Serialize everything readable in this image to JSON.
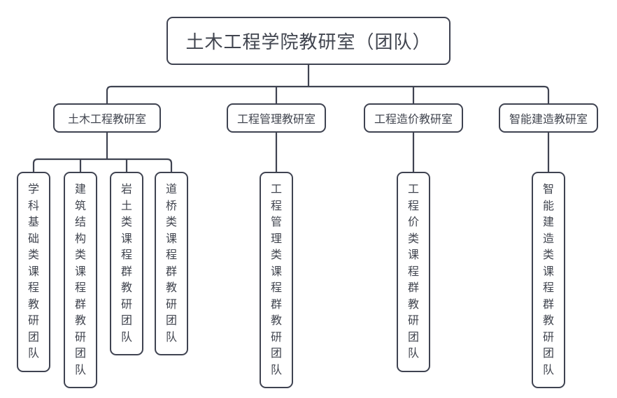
{
  "chart": {
    "type": "org-chart",
    "root": {
      "label": "土木工程学院教研室（团队）"
    },
    "departments": [
      {
        "label": "土木工程教研室",
        "teams": [
          "学科基础类课程教研团队",
          "建筑结构类课程群教研团队",
          "岩土类课程群教研团队",
          "道桥类课程群教研团队"
        ]
      },
      {
        "label": "工程管理教研室",
        "teams": [
          "工程管理类课程群教研团队"
        ]
      },
      {
        "label": "工程造价教研室",
        "teams": [
          "工程价类课程群教研团队"
        ]
      },
      {
        "label": "智能建造教研室",
        "teams": [
          "智能建造类课程群教研团队"
        ]
      }
    ],
    "colors": {
      "line": "#3f4351",
      "text": "#41454f",
      "background": "#ffffff"
    }
  }
}
